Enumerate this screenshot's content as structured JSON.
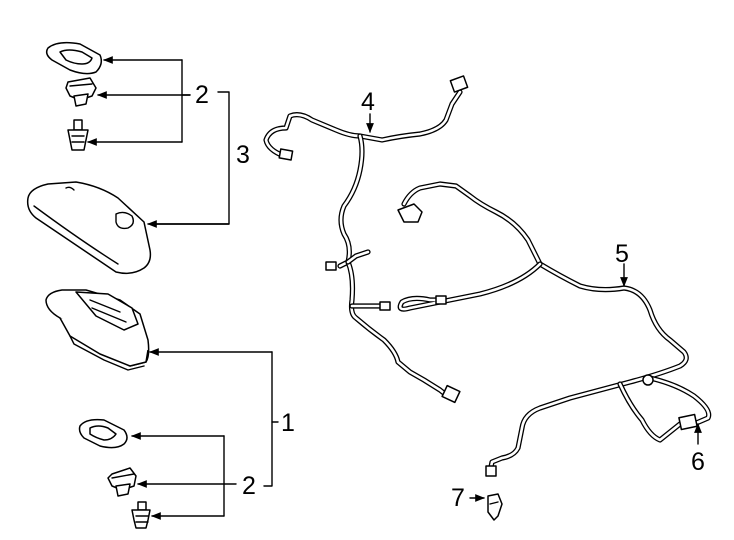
{
  "callouts": {
    "c1": "1",
    "c2_upper": "2",
    "c2_lower": "2",
    "c3": "3",
    "c4": "4",
    "c5": "5",
    "c6": "6",
    "c7": "7"
  },
  "colors": {
    "line": "#000000",
    "background": "#ffffff"
  }
}
